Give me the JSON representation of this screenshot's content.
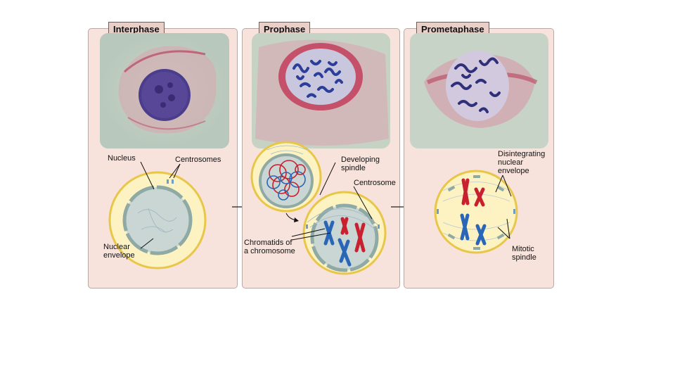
{
  "panels": [
    {
      "title": "Interphase"
    },
    {
      "title": "Prophase"
    },
    {
      "title": "Prometaphase"
    }
  ],
  "labels": {
    "nucleus": "Nucleus",
    "centrosomes": "Centrosomes",
    "nuclear_envelope_1": "Nuclear",
    "nuclear_envelope_2": "envelope",
    "developing_spindle_1": "Developing",
    "developing_spindle_2": "spindle",
    "centrosome": "Centrosome",
    "chromatids_1": "Chromatids of",
    "chromatids_2": "a chromosome",
    "disintegrating_1": "Disintegrating",
    "disintegrating_2": "nuclear",
    "disintegrating_3": "envelope",
    "mitotic_1": "Mitotic",
    "mitotic_2": "spindle"
  },
  "colors": {
    "panel_bg": "#f8e3dc",
    "photo_bg": "#c8d4c8",
    "cytoplasm": "#fdf3c2",
    "cell_border": "#e8c64a",
    "nucleus_fill": "#c9d6d4",
    "envelope": "#8faaa4",
    "chromosome_red": "#c8202e",
    "chromosome_blue": "#2a66b8",
    "stain_purple": "#3c2a78",
    "stain_pink": "#c85a72"
  }
}
